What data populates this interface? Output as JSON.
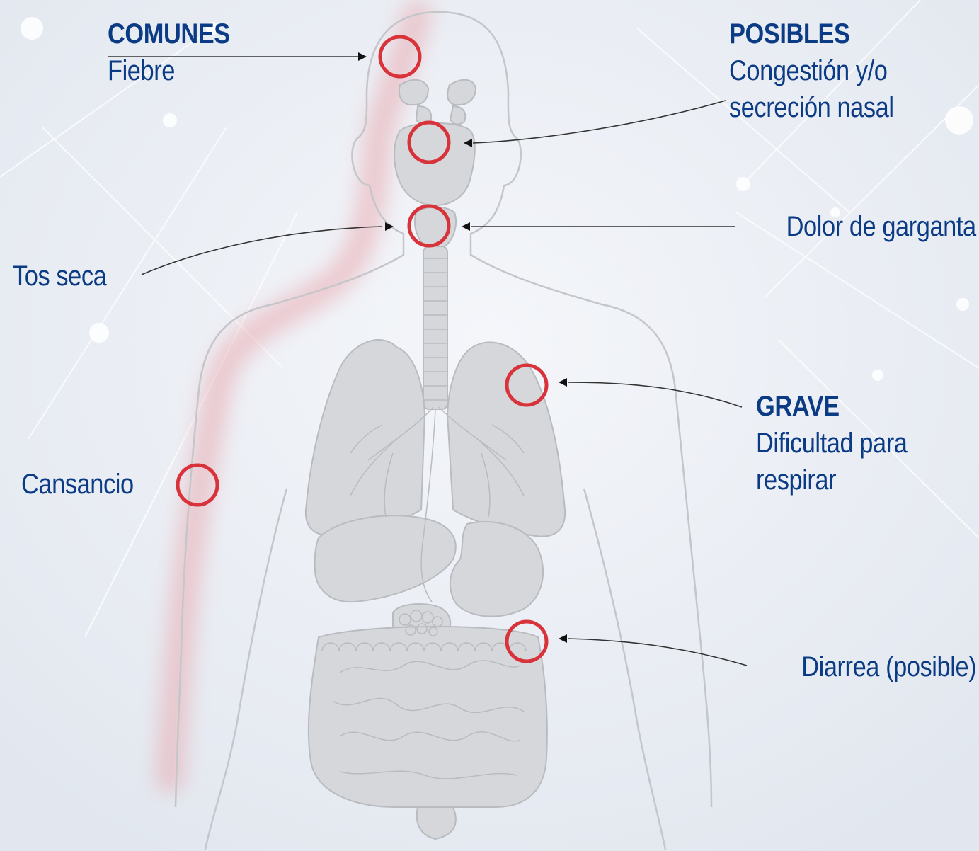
{
  "colors": {
    "label_text": "#0b3b85",
    "marker_ring": "#d8333b",
    "fever_trail": "#e8a8ae",
    "organ_fill": "#d5d7da",
    "organ_stroke": "#b8bbbf",
    "body_outline": "#c4c6c9",
    "leader_line": "#333333",
    "background": "#eef1f6"
  },
  "categories": {
    "common": "COMUNES",
    "possible": "POSIBLES",
    "severe": "GRAVE"
  },
  "symptoms": {
    "fever": "Fiebre",
    "nasal": [
      "Congestión y/o",
      "secreción nasal"
    ],
    "sore_throat": "Dolor de garganta",
    "dry_cough": "Tos seca",
    "fatigue": "Cansancio",
    "breathing": [
      "Dificultad para",
      "respirar"
    ],
    "diarrhea": "Diarrea (posible)"
  },
  "markers": [
    {
      "id": "fever",
      "region": "head"
    },
    {
      "id": "nasal",
      "region": "nose"
    },
    {
      "id": "sore_throat",
      "region": "throat"
    },
    {
      "id": "breathing",
      "region": "left lung"
    },
    {
      "id": "fatigue",
      "region": "arm"
    },
    {
      "id": "diarrhea",
      "region": "intestine"
    }
  ],
  "icons": {
    "marker": "ring-marker-icon",
    "arrow": "arrowhead-icon"
  }
}
